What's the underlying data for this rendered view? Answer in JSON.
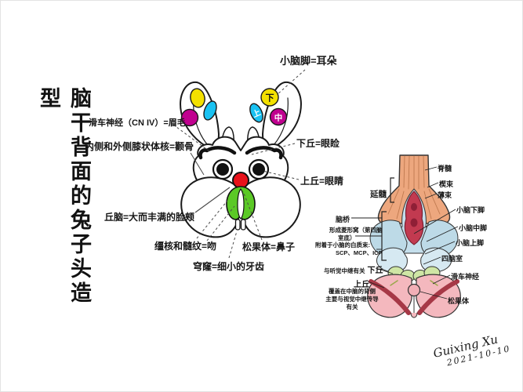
{
  "title": {
    "vertical_text": "脑干背面的兔子头造型"
  },
  "rabbit": {
    "caption_labels": [
      {
        "id": "ears",
        "text": "小脑脚=耳朵"
      },
      {
        "id": "eyebrows",
        "text": "滑车神经（CN IV）=眉毛"
      },
      {
        "id": "zygomatic",
        "text": "内侧和外侧膝状体核=颧骨"
      },
      {
        "id": "eyelids",
        "text": "下丘=眼睑"
      },
      {
        "id": "eyes",
        "text": "上丘=眼睛"
      },
      {
        "id": "cheeks",
        "text": "丘脑=大而丰满的脸颊"
      },
      {
        "id": "kiss",
        "text": "缰核和髓纹=吻"
      },
      {
        "id": "nose",
        "text": "松果体=鼻子"
      },
      {
        "id": "teeth",
        "text": "穹窿=细小的牙齿"
      }
    ],
    "ear_markers": [
      {
        "text": "上",
        "meaning": "superior-peduncle",
        "color": "#19C2F2"
      },
      {
        "text": "中",
        "meaning": "middle-peduncle",
        "color": "#C0008F"
      },
      {
        "text": "下",
        "meaning": "inferior-peduncle",
        "color": "#F3E000"
      }
    ]
  },
  "anatomy": {
    "left_labels": {
      "medulla": "延髓",
      "pons": "脑桥",
      "rhomboid_note_line1": "形成菱形窝（第四脑",
      "rhomboid_note_line2": "室底）",
      "tracts_note_line1": "附着于小脑的白质束:",
      "tracts_note_line2": "SCP、MCP、ICP",
      "inferior_colliculus_note": "与听觉中继有关",
      "inferior_colliculus": "下丘",
      "superior_colliculus": "上丘",
      "superior_note_line1": "覆盖在中脑的背侧",
      "superior_note_line2": "主要与视觉中继传导有关"
    },
    "right_labels": {
      "spinal_cord": "脊髓",
      "cuneate": "楔束",
      "gracile": "薄束",
      "icp": "小脑下脚",
      "mcp": "小脑中脚",
      "scp": "小脑上脚",
      "fourth_ventricle": "四脑室",
      "trochlear": "滑车神经",
      "pineal": "松果体"
    }
  },
  "signature": {
    "name": "Guixing Xu",
    "date": "2021-10-10"
  },
  "colors": {
    "ear_spot_yellow": "#F3E000",
    "ear_spot_magenta": "#C0008F",
    "ear_spot_cyan": "#19C2F2",
    "nose_red": "#E8111A",
    "mouth_green": "#5BC926",
    "anatomy_salmon": "#EDA77E",
    "anatomy_blue": "#BDDAE7",
    "anatomy_blue_light": "#D6E9F2",
    "anatomy_green": "#CFE6A5",
    "anatomy_pink": "#F4B8BE",
    "anatomy_fossa_red": "#C23A50",
    "anatomy_band_red": "#A63846"
  }
}
